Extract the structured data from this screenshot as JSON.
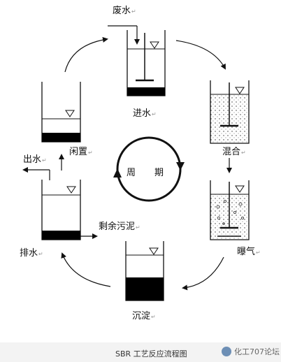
{
  "labels": {
    "waste_water": "废水",
    "fill": "进水",
    "mix": "混合",
    "aerate": "曝气",
    "excess_sludge": "剩余污泥",
    "settle": "沉淀",
    "drain": "排水",
    "outflow": "出水",
    "idle": "闲置",
    "cycle_left": "周",
    "cycle_right": "期"
  },
  "return_mark": "↵",
  "caption": "SBR 工艺反应流程图",
  "watermark": "化工707论坛",
  "colors": {
    "ink": "#111111",
    "sludge": "#000000",
    "footer_bg": "#f3f3f3"
  }
}
